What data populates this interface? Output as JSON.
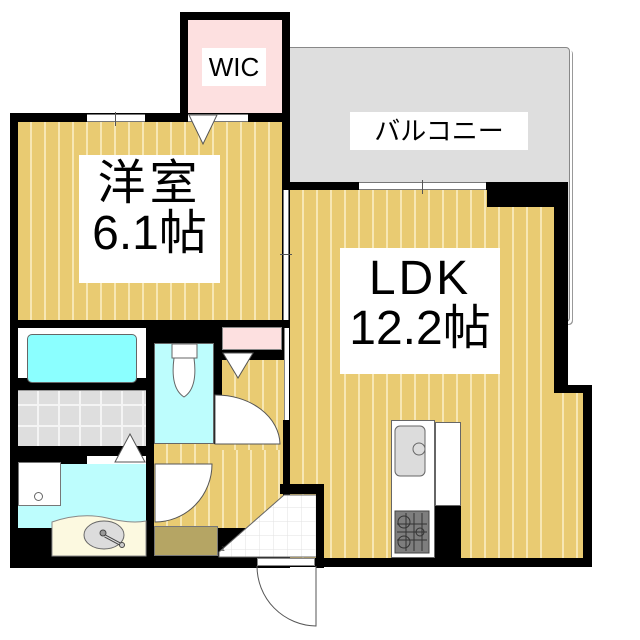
{
  "rooms": {
    "wic": {
      "label": "WIC",
      "color": "#fde0e0"
    },
    "western": {
      "label": "洋室",
      "size": "6.1帖",
      "color": "#e9cb72"
    },
    "ldk": {
      "label": "LDK",
      "size": "12.2帖",
      "color": "#e9cb72"
    },
    "balcony": {
      "label": "バルコニー",
      "color": "#dedede"
    }
  },
  "fixtures": [
    "bathtub-icon",
    "toilet-icon",
    "washbasin-icon",
    "washing-machine-pan-icon",
    "kitchen-sink-icon",
    "gas-stove-icon",
    "shoe-cabinet",
    "refrigerator-space"
  ],
  "colors": {
    "wall": "#000000",
    "wood_floor": "#e9cb72",
    "wet_area": "#bdfdfd",
    "bathtub": "#8bffff",
    "closet": "#fde0e0",
    "balcony": "#dedede",
    "shoe_cabinet": "#b5a564"
  },
  "entrance_step_mark": "1"
}
